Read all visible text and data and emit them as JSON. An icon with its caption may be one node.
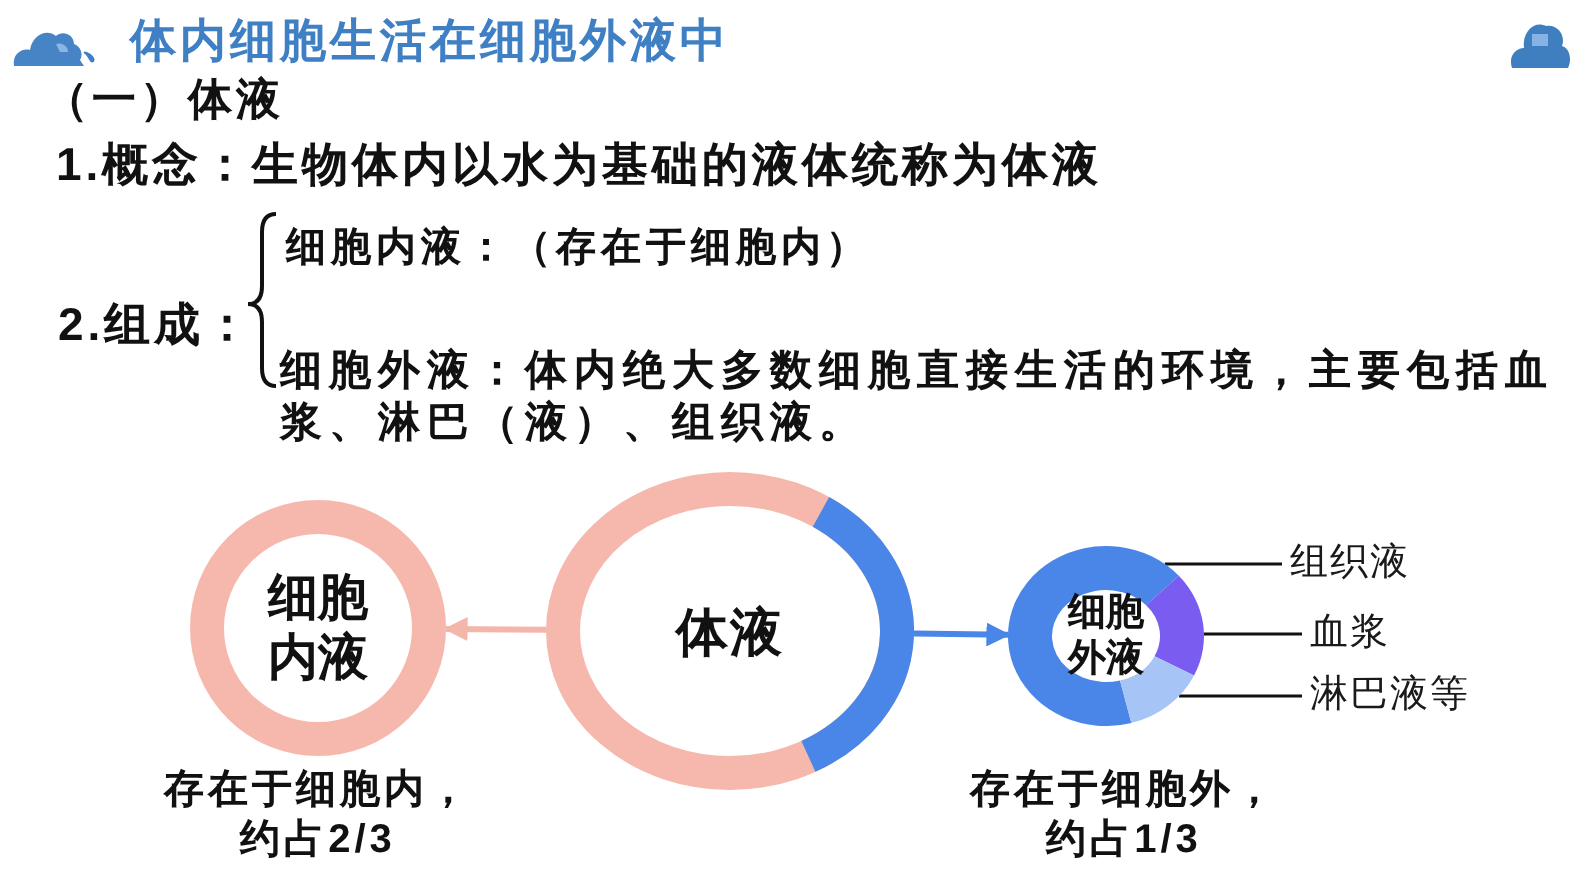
{
  "diagram": {
    "title": "、体内细胞生活在细胞外液中",
    "nodes": [
      {
        "text": [
          "细胞内液"
        ],
        "beside": [
          "存在于细胞内，约占2/3"
        ]
      },
      {
        "text": [
          "体液"
        ]
      },
      {
        "text": [
          "细胞外液"
        ],
        "beside": [
          "存在于细胞外，约占1/3"
        ]
      },
      {
        "text": [],
        "shape": "arc",
        "in": 2
      },
      {
        "text": [],
        "shape": "arc",
        "in": 2
      },
      {
        "text": [],
        "shape": "arc",
        "in": 2
      },
      {
        "text": [
          "组织液"
        ]
      },
      {
        "text": [
          "血浆"
        ]
      },
      {
        "text": [
          "淋巴液等"
        ]
      }
    ],
    "edges": [
      {
        "from": 1,
        "to": 0,
        "arrow": "to",
        "style": "thick",
        "color": "#f4b6aa"
      },
      {
        "from": 1,
        "to": 2,
        "arrow": "to",
        "style": "thick",
        "color": "#4a86e8"
      },
      {
        "from": 6,
        "to": 3,
        "arrow": "none"
      },
      {
        "from": 7,
        "to": 4,
        "arrow": "none"
      },
      {
        "from": 8,
        "to": 5,
        "arrow": "none"
      }
    ],
    "labels": [
      "（一）体液",
      "1.概念：生物体内以水为基础的液体统称为体液",
      "2.组成：",
      "细胞内液：（存在于细胞内）",
      "细胞外液：体内绝大多数细胞直接生活的环境，主要包括血浆、淋巴（液）、组织液。"
    ]
  }
}
